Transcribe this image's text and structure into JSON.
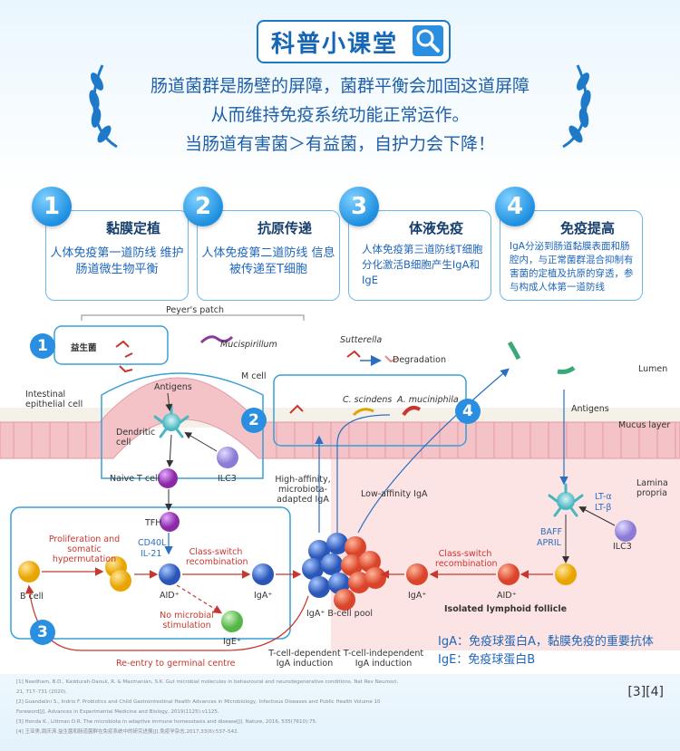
{
  "header": {
    "title": "科普小课堂",
    "intro_lines": [
      "肠道菌群是肠壁的屏障，菌群平衡会加固这道屏障",
      "从而维持免疫系统功能正常运作。",
      "当肠道有害菌＞有益菌，自护力会下降！"
    ]
  },
  "cards": [
    {
      "num": "1",
      "title": "黏膜定植",
      "body": "人体免疫第一道防线 维护肠道微生物平衡"
    },
    {
      "num": "2",
      "title": "抗原传递",
      "body": "人体免疫第二道防线 信息被传递至T细胞"
    },
    {
      "num": "3",
      "title": "体液免疫",
      "body": "人体免疫第三道防线T细胞分化激活B细胞产生IgA和IgE"
    },
    {
      "num": "4",
      "title": "免疫提高",
      "body": "IgA分泌到肠道黏膜表面和肠腔内，与正常菌群混合抑制有害菌的定植及抗原的穿透，参与构成人体第一道防线"
    }
  ],
  "diagram": {
    "labels": {
      "peyers_patch": "Peyer's patch",
      "probiotic": "益生菌",
      "mucispirillum": "Mucispirillum",
      "m_cell": "M cell",
      "intestinal_epithelial": "Intestinal epithelial cell",
      "antigens_left": "Antigens",
      "dendritic_cell": "Dendritic cell",
      "ilc3_left": "ILC3",
      "naive_t": "Naive T cell",
      "tfh": "TFH",
      "cd40l": "CD40L",
      "il21": "IL-21",
      "proliferation": "Proliferation and somatic hypermutation",
      "class_switch_left": "Class-switch recombination",
      "b_cell": "B cell",
      "aid_left": "AID⁺",
      "iga_left": "IgA⁺",
      "no_microbial": "No microbial stimulation",
      "ige": "IgE⁺",
      "reentry": "Re-entry to germinal centre",
      "t_dependent": "T-cell-dependent IgA induction",
      "t_independent": "T-cell-independent IgA induction",
      "iga_b_pool": "IgA⁺ B-cell pool",
      "high_affinity": "High-affinity, microbiota-adapted IgA",
      "low_affinity": "Low-affinity IgA",
      "sutterella": "Sutterella",
      "degradation": "Degradation",
      "c_scindens": "C. scindens",
      "a_muciniphila": "A. muciniphila",
      "lumen": "Lumen",
      "antigens_right": "Antigens",
      "mucus_layer": "Mucus layer",
      "lamina_propria": "Lamina propria",
      "lt_alpha": "LT-α",
      "lt_beta": "LT-β",
      "baff": "BAFF",
      "april": "APRIL",
      "ilc3_right": "ILC3",
      "class_switch_right": "Class-switch recombination",
      "aid_right": "AID⁺",
      "iga_right": "IgA⁺",
      "isolated_follicle": "Isolated lymphoid follicle"
    },
    "markers": [
      "1",
      "2",
      "3",
      "4"
    ]
  },
  "legend": [
    "IgA：免疫球蛋白A，黏膜免疫的重要抗体",
    "IgE：免疫球蛋白B"
  ],
  "references": [
    "[1] Needham, B.D., Kaddurah-Daouk, R. & Mazmanian, S.K. Gut microbial molecules in behavioural and neurodegenerative conditions. Nat Rev Neurosci. 21, 717–731 (2020).",
    "[2] Guandalini S., Indrio F. Probiotics and Child Gastrointestinal Health Advances in Microbiology, Infectious Diseases and Public Health Volume 10 Foreword[J]. Advances in Experimental Medicine and Biology, 2019(1125):v1125.",
    "[3] Honda K., Littman D.R. The microbiota in adaptive immune homeostasis and disease[J]. Nature, 2016, 535(7610):75.",
    "[4] 王亚男,周庆涛.益生菌和肠道菌群在免疫系统中的研究进展[J].免疫学杂志,2017,33(6):537–542."
  ],
  "ref_marker": "[3][4]",
  "colors": {
    "primary": "#1e66b8",
    "card_border": "#6cb8ec",
    "arrow_red": "#c8372f",
    "mucus": "#f3c3c8"
  }
}
